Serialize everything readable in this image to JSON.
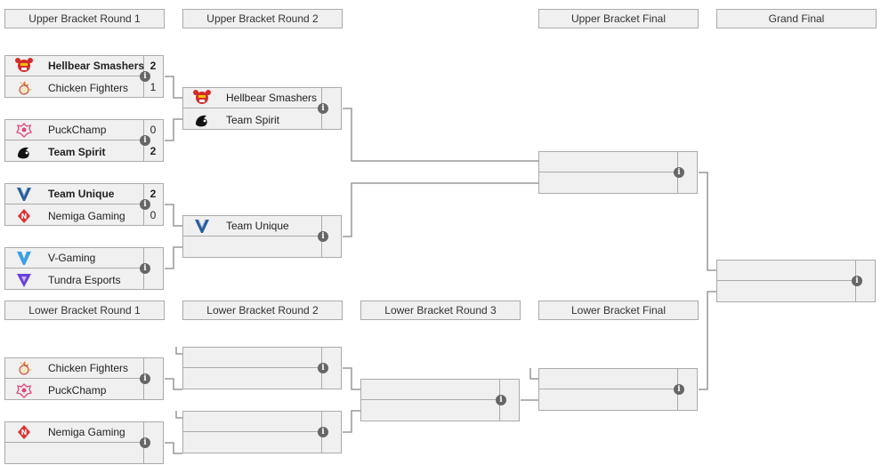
{
  "headers": {
    "ub_r1": "Upper Bracket Round 1",
    "ub_r2": "Upper Bracket Round 2",
    "ub_final": "Upper Bracket Final",
    "grand_final": "Grand Final",
    "lb_r1": "Lower Bracket Round 1",
    "lb_r2": "Lower Bracket Round 2",
    "lb_r3": "Lower Bracket Round 3",
    "lb_final": "Lower Bracket Final"
  },
  "info_icon": "i",
  "teams": {
    "hellbear": "Hellbear Smashers",
    "chicken": "Chicken Fighters",
    "puckchamp": "PuckChamp",
    "spirit": "Team Spirit",
    "unique": "Team Unique",
    "nemiga": "Nemiga Gaming",
    "vgaming": "V-Gaming",
    "tundra": "Tundra Esports"
  },
  "matches": {
    "ub1_m1": {
      "top_score": "2",
      "bot_score": "1"
    },
    "ub1_m2": {
      "top_score": "0",
      "bot_score": "2"
    },
    "ub1_m3": {
      "top_score": "2",
      "bot_score": "0"
    }
  },
  "colors": {
    "box_bg": "#f0f0f0",
    "border": "#aaaaaa",
    "connector": "#999999",
    "info_bg": "#666666"
  },
  "icons": {
    "hellbear": "hellbear-logo-icon",
    "chicken": "chicken-fighters-logo-icon",
    "puckchamp": "puckchamp-logo-icon",
    "spirit": "team-spirit-logo-icon",
    "unique": "team-unique-logo-icon",
    "nemiga": "nemiga-logo-icon",
    "vgaming": "v-gaming-logo-icon",
    "tundra": "tundra-logo-icon",
    "info": "info-icon"
  }
}
